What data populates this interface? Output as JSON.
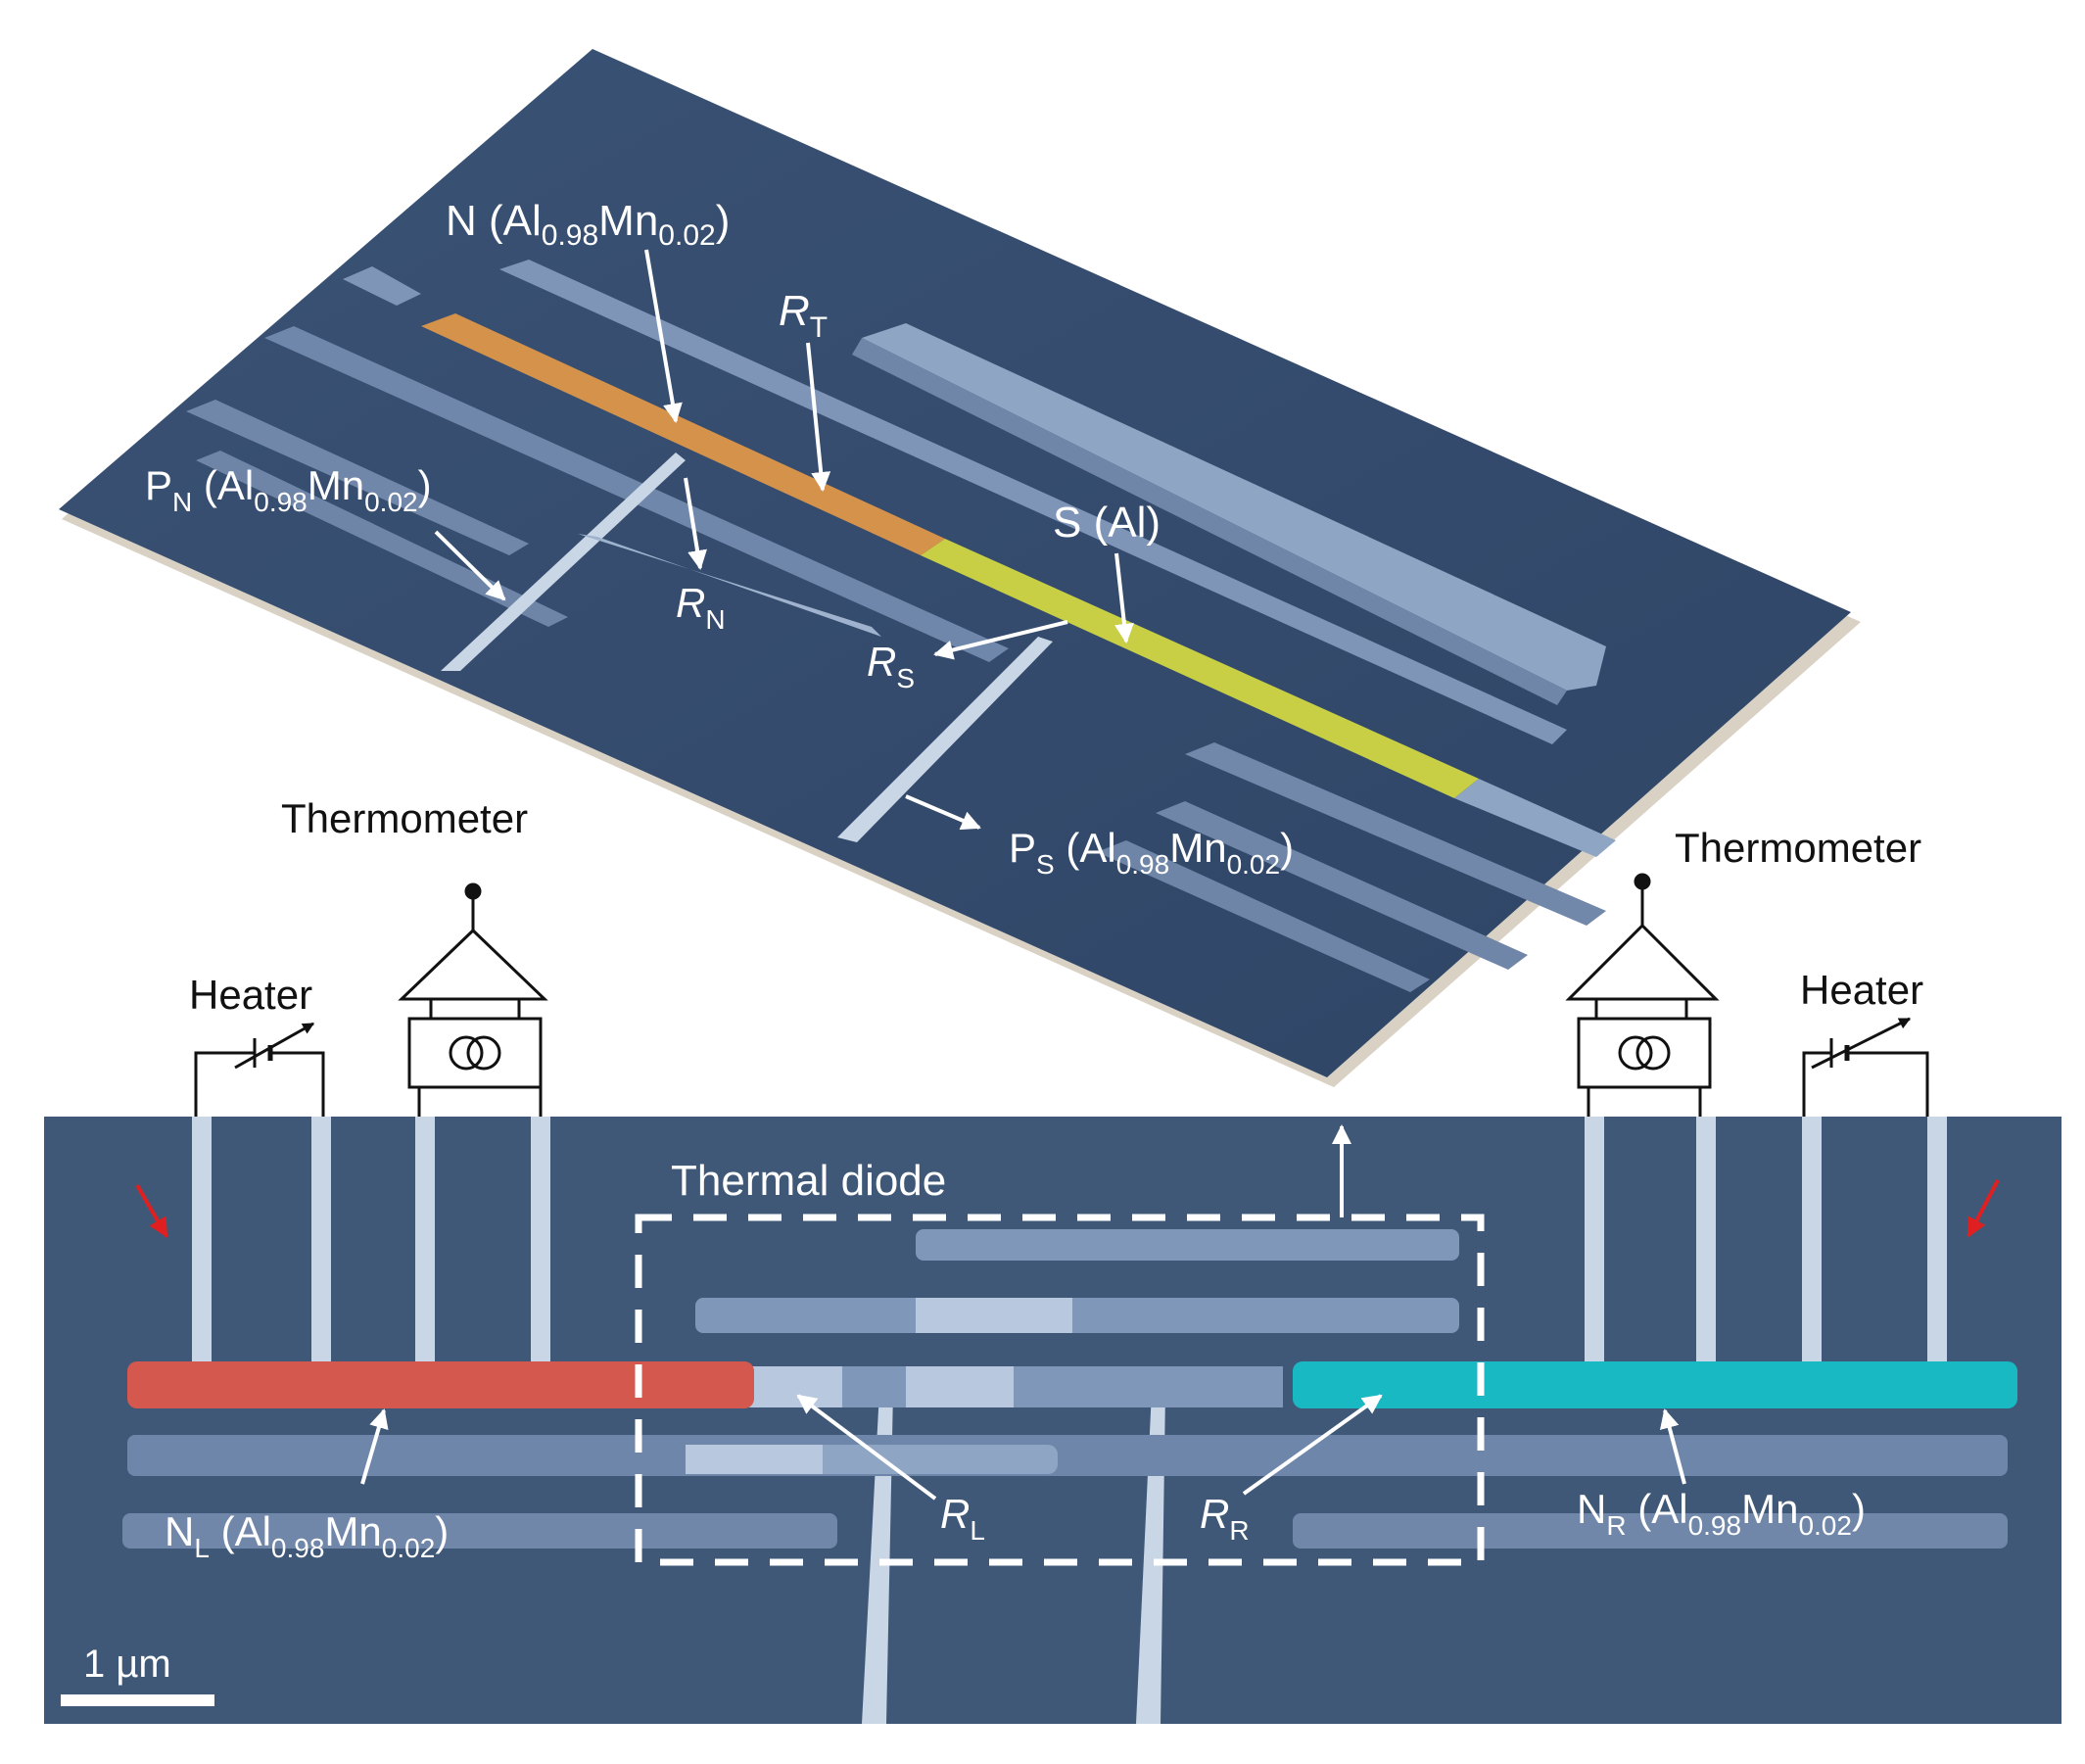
{
  "labels": {
    "n_prefix": "N (Al",
    "n_sub1": "0.98",
    "n_mid": "Mn",
    "n_sub2": "0.02",
    "n_suffix": ")",
    "rt_main": "R",
    "rt_sub": "T",
    "pn_main": "P",
    "pn_sub": "N",
    "pn_prefix": " (Al",
    "pn_sub1": "0.98",
    "pn_mid": "Mn",
    "pn_sub2": "0.02",
    "pn_suffix": ")",
    "s_label": "S (Al)",
    "rn_main": "R",
    "rn_sub": "N",
    "rs_main": "R",
    "rs_sub": "S",
    "ps_main": "P",
    "ps_sub": "S",
    "ps_prefix": " (Al",
    "ps_sub1": "0.98",
    "ps_mid": "Mn",
    "ps_sub2": "0.02",
    "ps_suffix": ")",
    "thermometer_left": "Thermometer",
    "thermometer_right": "Thermometer",
    "heater_left": "Heater",
    "heater_right": "Heater",
    "thermal_diode": "Thermal diode",
    "rl_main": "R",
    "rl_sub": "L",
    "rr_main": "R",
    "rr_sub": "R",
    "nl_main": "N",
    "nl_sub": "L",
    "nl_prefix": " (Al",
    "nl_sub1": "0.98",
    "nl_mid": "Mn",
    "nl_sub2": "0.02",
    "nl_suffix": ")",
    "nr_main": "N",
    "nr_sub": "R",
    "nr_prefix": " (Al",
    "nr_sub1": "0.98",
    "nr_mid": "Mn",
    "nr_sub2": "0.02",
    "nr_suffix": ")",
    "scale_bar": "1 µm"
  },
  "colors": {
    "background": "#ffffff",
    "substrate": "#3f5878",
    "substrate_dark": "#2f4463",
    "metal": "#9fb3ce",
    "metal_light": "#c9d6e6",
    "n_electrode_orange": "#d4924a",
    "s_electrode_yellow": "#c8cf45",
    "nl_red": "#d5584e",
    "nr_cyan": "#19b9c4",
    "annotation_white": "#ffffff",
    "schematic_black": "#111111",
    "arrow_red": "#e02020"
  }
}
